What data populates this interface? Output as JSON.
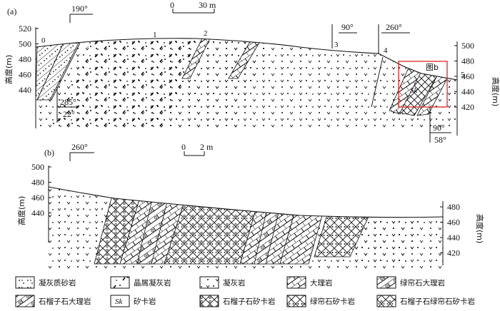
{
  "panel_a": {
    "label": "(a)",
    "bearing_left": "190°",
    "scale_zero": "0",
    "scale_value": "30 m",
    "y_axis_label_left": "高度(m)",
    "y_axis_label_right": "高度(m)",
    "y_ticks_left": [
      "520",
      "500",
      "480",
      "460",
      "440"
    ],
    "y_ticks_right": [
      "500",
      "480",
      "460",
      "440",
      "420"
    ],
    "point_labels": [
      "0",
      "1",
      "2",
      "3",
      "4",
      "5"
    ],
    "bearing_mid": "90°",
    "bearing_right": "260°",
    "strike_left_dir": "285°",
    "strike_left_dip": "22°",
    "strike_right_dir": "90°",
    "strike_right_dip": "58°",
    "inset_label": "图b",
    "sk_label": "Sk"
  },
  "panel_b": {
    "label": "(b)",
    "bearing": "260°",
    "scale_zero": "0",
    "scale_value": "2 m",
    "y_axis_label_left": "高度(m)",
    "y_axis_label_right": "高度(m)",
    "y_ticks_left": [
      "500",
      "480",
      "460",
      "440"
    ],
    "y_ticks_right": [
      "480",
      "460",
      "440",
      "420"
    ]
  },
  "legend": [
    {
      "key": "tuffaceous-sandstone",
      "label": "凝灰质砂岩"
    },
    {
      "key": "crystal-tuff",
      "label": "晶屑凝灰岩"
    },
    {
      "key": "tuff",
      "label": "凝灰岩"
    },
    {
      "key": "marble",
      "label": "大理岩"
    },
    {
      "key": "epidote-marble",
      "label": "绿帘石大理岩"
    },
    {
      "key": "garnet-marble",
      "label": "石榴子石大理岩"
    },
    {
      "key": "skarn",
      "label": "矽卡岩",
      "symbol": "Sk"
    },
    {
      "key": "garnet-skarn",
      "label": "石榴子石矽卡岩"
    },
    {
      "key": "epidote-skarn",
      "label": "绿帘石矽卡岩"
    },
    {
      "key": "garnet-epidote-skarn",
      "label": "石榴子石绿帘石矽卡岩"
    }
  ],
  "colors": {
    "line": "#111111",
    "inset_box": "#e0261f"
  }
}
